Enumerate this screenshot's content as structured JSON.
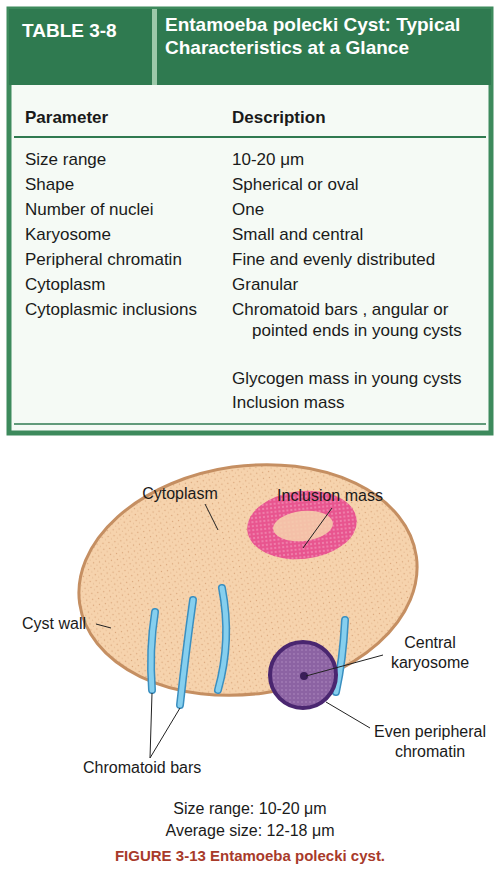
{
  "diagram": {
    "title": "Entamoeba polecki Cyst: Typical Characteristics at a Glance",
    "caption": "FIGURE 3-13 Entamoeba polecki cyst.",
    "labels": [
      "TABLE 3-8",
      "Parameter",
      "Description",
      "Size range",
      "10-20 μm",
      "Shape",
      "Spherical or oval",
      "Number of nuclei",
      "One",
      "Karyosome",
      "Small and central",
      "Peripheral chromatin",
      "Fine and evenly distributed",
      "Cytoplasm",
      "Granular",
      "Cytoplasmic inclusions",
      "Chromatoid bars , angular or pointed ends in young cysts",
      "Glycogen mass in young cysts",
      "Inclusion mass",
      "Cytoplasm",
      "Inclusion mass",
      "Cyst wall",
      "Central karyosome",
      "Even peripheral chromatin",
      "Chromatoid bars",
      "Size range: 10-20 μm",
      "Average size: 12-18 μm"
    ]
  }
}
